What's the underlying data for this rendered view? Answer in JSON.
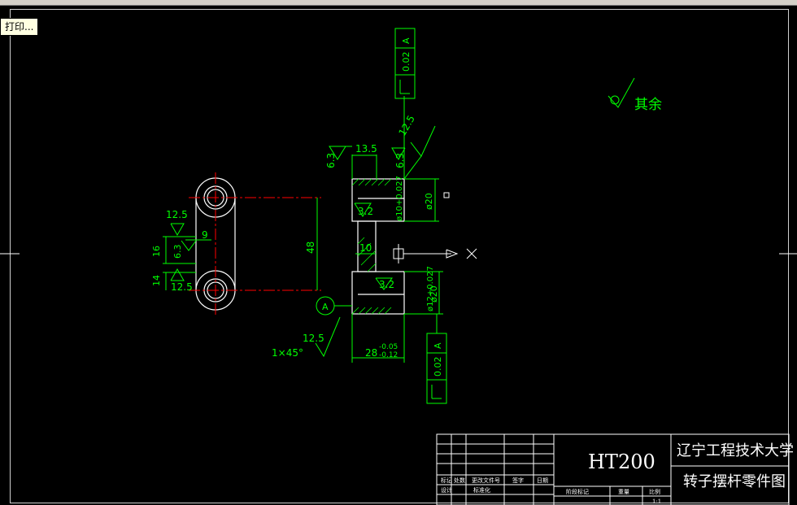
{
  "tooltip": {
    "label": "打印..."
  },
  "drawing": {
    "roughness_general": "其余",
    "roughness": {
      "r12_5_a": "12.5",
      "r12_5_b": "12.5",
      "r12_5_c": "12.5",
      "r12_5_d": "12.5",
      "r6_3_a": "6.3",
      "r6_3_b": "6.3",
      "r6_3_c": "6.3",
      "r3_2_a": "3.2",
      "r3_2_b": "3.2"
    },
    "dims": {
      "d13_5": "13.5",
      "d9": "9",
      "d16": "16",
      "d14": "14",
      "d48": "48",
      "d10": "10",
      "phi20_a": "ø20",
      "phi20_b": "ø20",
      "phi10": "ø10+0.027",
      "phi12": "ø12+0.027",
      "d28": "28",
      "d28_tol_hi": "-0.05",
      "d28_tol_lo": "-0.12",
      "chamfer": "1×45°"
    },
    "tolerance_frames": {
      "top": {
        "value": "0.02",
        "datum": "A"
      },
      "bottom": {
        "value": "0.02",
        "datum": "A"
      }
    },
    "datum_label": "A"
  },
  "title_block": {
    "material": "HT200",
    "school": "辽宁工程技术大学",
    "drawing_title": "转子摆杆零件图",
    "row_labels": [
      "标记",
      "处数",
      "更改文件号",
      "签字",
      "日期"
    ],
    "row_labels2": [
      "设计",
      "标准化"
    ],
    "stage_labels": [
      "阶段标记",
      "重量",
      "比例"
    ],
    "scale": "1:1"
  },
  "colors": {
    "line_green": "#00ff00",
    "center_red": "#ff0000",
    "part_white": "#ffffff",
    "background": "#000000"
  }
}
